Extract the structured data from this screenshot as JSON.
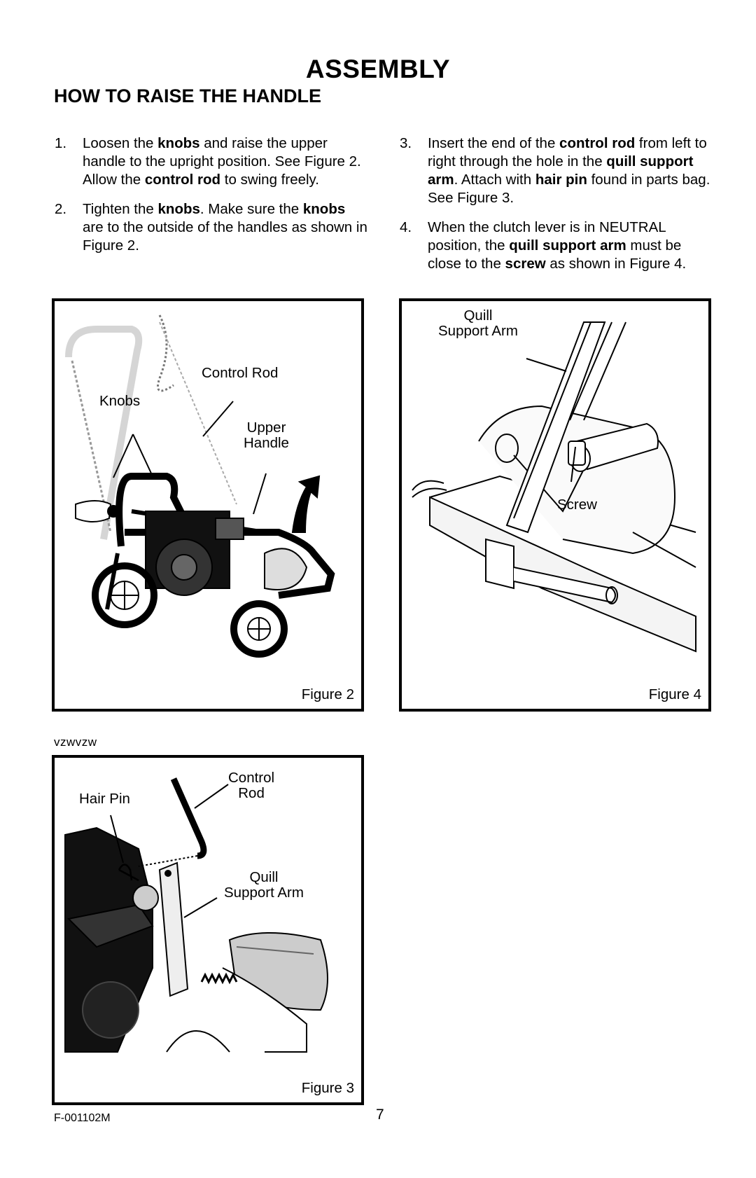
{
  "header": {
    "title": "ASSEMBLY",
    "subtitle": "HOW TO RAISE THE HANDLE"
  },
  "steps": [
    {
      "num": "1.",
      "parts": [
        {
          "t": "Loosen the "
        },
        {
          "t": "knobs",
          "b": true
        },
        {
          "t": " and raise the upper handle to the upright position. See Figure 2. Allow the "
        },
        {
          "t": "control rod",
          "b": true
        },
        {
          "t": " to swing freely."
        }
      ]
    },
    {
      "num": "2.",
      "parts": [
        {
          "t": "Tighten the "
        },
        {
          "t": "knobs",
          "b": true
        },
        {
          "t": ". Make sure the "
        },
        {
          "t": "knobs",
          "b": true
        },
        {
          "t": " are to the outside of the handles as shown in Figure 2."
        }
      ]
    },
    {
      "num": "3.",
      "parts": [
        {
          "t": "Insert the end of the "
        },
        {
          "t": "control rod",
          "b": true
        },
        {
          "t": " from left to right through the hole in the "
        },
        {
          "t": "quill support arm",
          "b": true
        },
        {
          "t": ". Attach with "
        },
        {
          "t": "hair pin",
          "b": true
        },
        {
          "t": " found in parts bag. See Figure 3."
        }
      ]
    },
    {
      "num": "4.",
      "parts": [
        {
          "t": "When the clutch lever is in NEUTRAL position, the "
        },
        {
          "t": "quill support arm",
          "b": true
        },
        {
          "t": " must be close to the "
        },
        {
          "t": "screw",
          "b": true
        },
        {
          "t": " as shown in Figure 4."
        }
      ]
    }
  ],
  "figure2": {
    "label": "Figure 2",
    "callout_control_rod": "Control Rod",
    "callout_knobs": "Knobs",
    "callout_upper_handle_1": "Upper",
    "callout_upper_handle_2": "Handle"
  },
  "figure4": {
    "label": "Figure 4",
    "callout_quill_1": "Quill",
    "callout_quill_2": "Support Arm",
    "callout_screw": "Screw"
  },
  "figure3": {
    "label": "Figure 3",
    "callout_hair_pin": "Hair Pin",
    "callout_control_1": "Control",
    "callout_control_2": "Rod",
    "callout_quill_1": "Quill",
    "callout_quill_2": "Support Arm"
  },
  "stray_text": "vzwvzw",
  "footer": {
    "code": "F-001102M",
    "page_number": "7"
  }
}
